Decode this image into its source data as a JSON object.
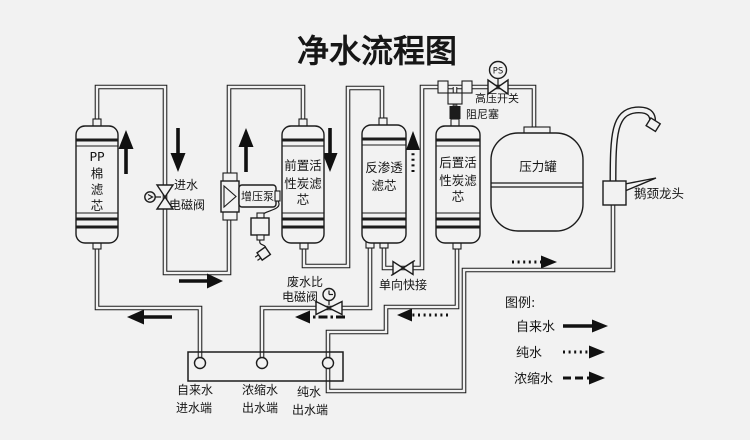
{
  "title": "净水流程图",
  "colors": {
    "title_blue": "#1a82c5",
    "background": "#f2f2f2",
    "line": "#1c1c1c"
  },
  "filters": {
    "pp": {
      "name": "PP棉滤芯",
      "lines": [
        "PP",
        "棉",
        "滤",
        "芯"
      ]
    },
    "pre_carbon": {
      "name": "前置活性炭滤芯",
      "lines": [
        "前置活",
        "性炭滤",
        "芯"
      ]
    },
    "ro": {
      "name": "反渗透滤芯",
      "lines": [
        "反渗透",
        "滤芯"
      ]
    },
    "post_carbon": {
      "name": "后置活性炭滤芯",
      "lines": [
        "后置活",
        "性炭滤",
        "芯"
      ]
    }
  },
  "labels": {
    "inlet_valve_line1": "进水",
    "inlet_valve_line2": "电磁阀",
    "booster_pump": "增压泵",
    "ps_symbol": "PS",
    "high_pressure_switch": "高压开关",
    "damping_plug": "阻尼塞",
    "pressure_tank": "压力罐",
    "gooseneck_faucet": "鹅颈龙头",
    "waste_valve_line1": "废水比",
    "waste_valve_line2": "电磁阀",
    "check_valve": "单向快接",
    "tap_inlet_line1": "自来水",
    "tap_inlet_line2": "进水端",
    "concentrate_outlet_line1": "浓缩水",
    "concentrate_outlet_line2": "出水端",
    "pure_outlet_line1": "纯水",
    "pure_outlet_line2": "出水端"
  },
  "legend": {
    "title": "图例:",
    "items": [
      {
        "label": "自来水",
        "style": "solid"
      },
      {
        "label": "纯水",
        "style": "dotted"
      },
      {
        "label": "浓缩水",
        "style": "dashed"
      }
    ]
  }
}
